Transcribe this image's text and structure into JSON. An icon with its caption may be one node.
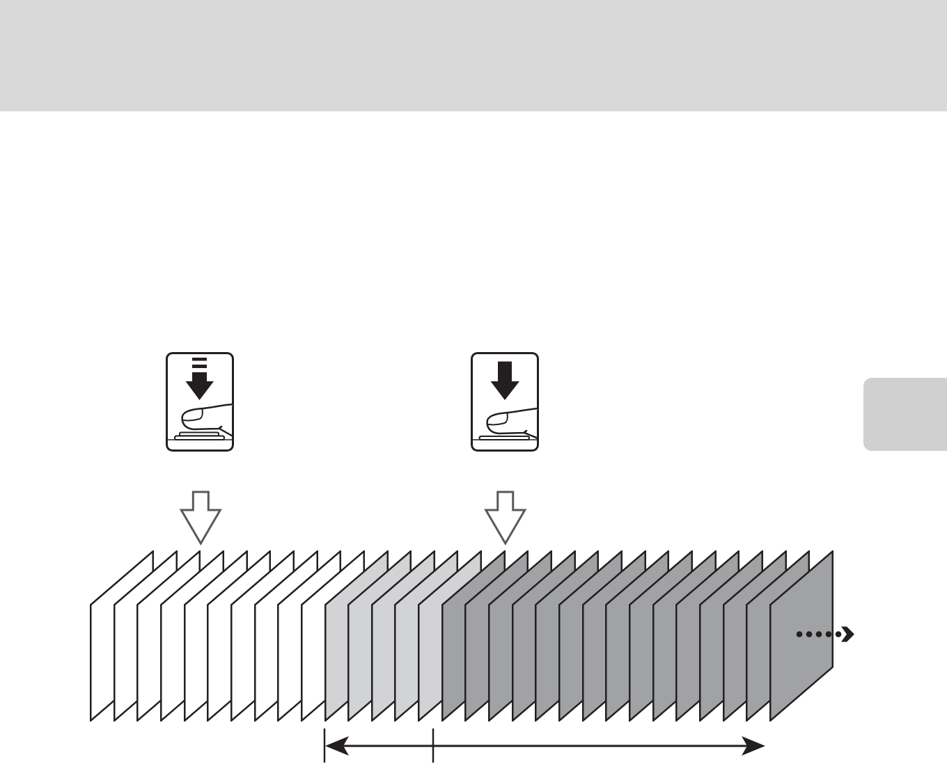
{
  "diagram": {
    "nodes": [
      {
        "text": [],
        "shape": "picture"
      },
      {
        "text": [],
        "shape": "picture"
      },
      {
        "text": [],
        "shape": "box"
      },
      {
        "text": [],
        "shape": "box"
      },
      {
        "text": [],
        "shape": "box"
      },
      {
        "text": [],
        "shape": "box"
      },
      {
        "text": [],
        "shape": "box"
      },
      {
        "text": [],
        "shape": "box"
      },
      {
        "text": [],
        "shape": "box"
      },
      {
        "text": [],
        "shape": "box"
      },
      {
        "text": [],
        "shape": "box"
      },
      {
        "text": [],
        "shape": "box"
      },
      {
        "text": [],
        "shape": "box"
      },
      {
        "text": [],
        "shape": "box"
      },
      {
        "text": [],
        "shape": "box"
      },
      {
        "text": [],
        "shape": "box"
      },
      {
        "text": [],
        "shape": "box"
      },
      {
        "text": [],
        "shape": "box"
      },
      {
        "text": [],
        "shape": "box"
      },
      {
        "text": [],
        "shape": "box"
      },
      {
        "text": [],
        "shape": "box"
      },
      {
        "text": [],
        "shape": "box"
      },
      {
        "text": [],
        "shape": "box"
      },
      {
        "text": [],
        "shape": "box"
      },
      {
        "text": [],
        "shape": "box"
      },
      {
        "text": [],
        "shape": "box"
      },
      {
        "text": [],
        "shape": "box"
      },
      {
        "text": [],
        "shape": "box"
      },
      {
        "text": [],
        "shape": "box"
      },
      {
        "text": [],
        "shape": "box"
      },
      {
        "text": [],
        "shape": "box"
      },
      {
        "text": [],
        "shape": "box"
      },
      {
        "text": [],
        "shape": "box"
      }
    ],
    "edges": [
      {
        "from": 0,
        "to": 5,
        "arrow": "to"
      },
      {
        "from": 1,
        "to": 18,
        "arrow": "to"
      }
    ]
  }
}
